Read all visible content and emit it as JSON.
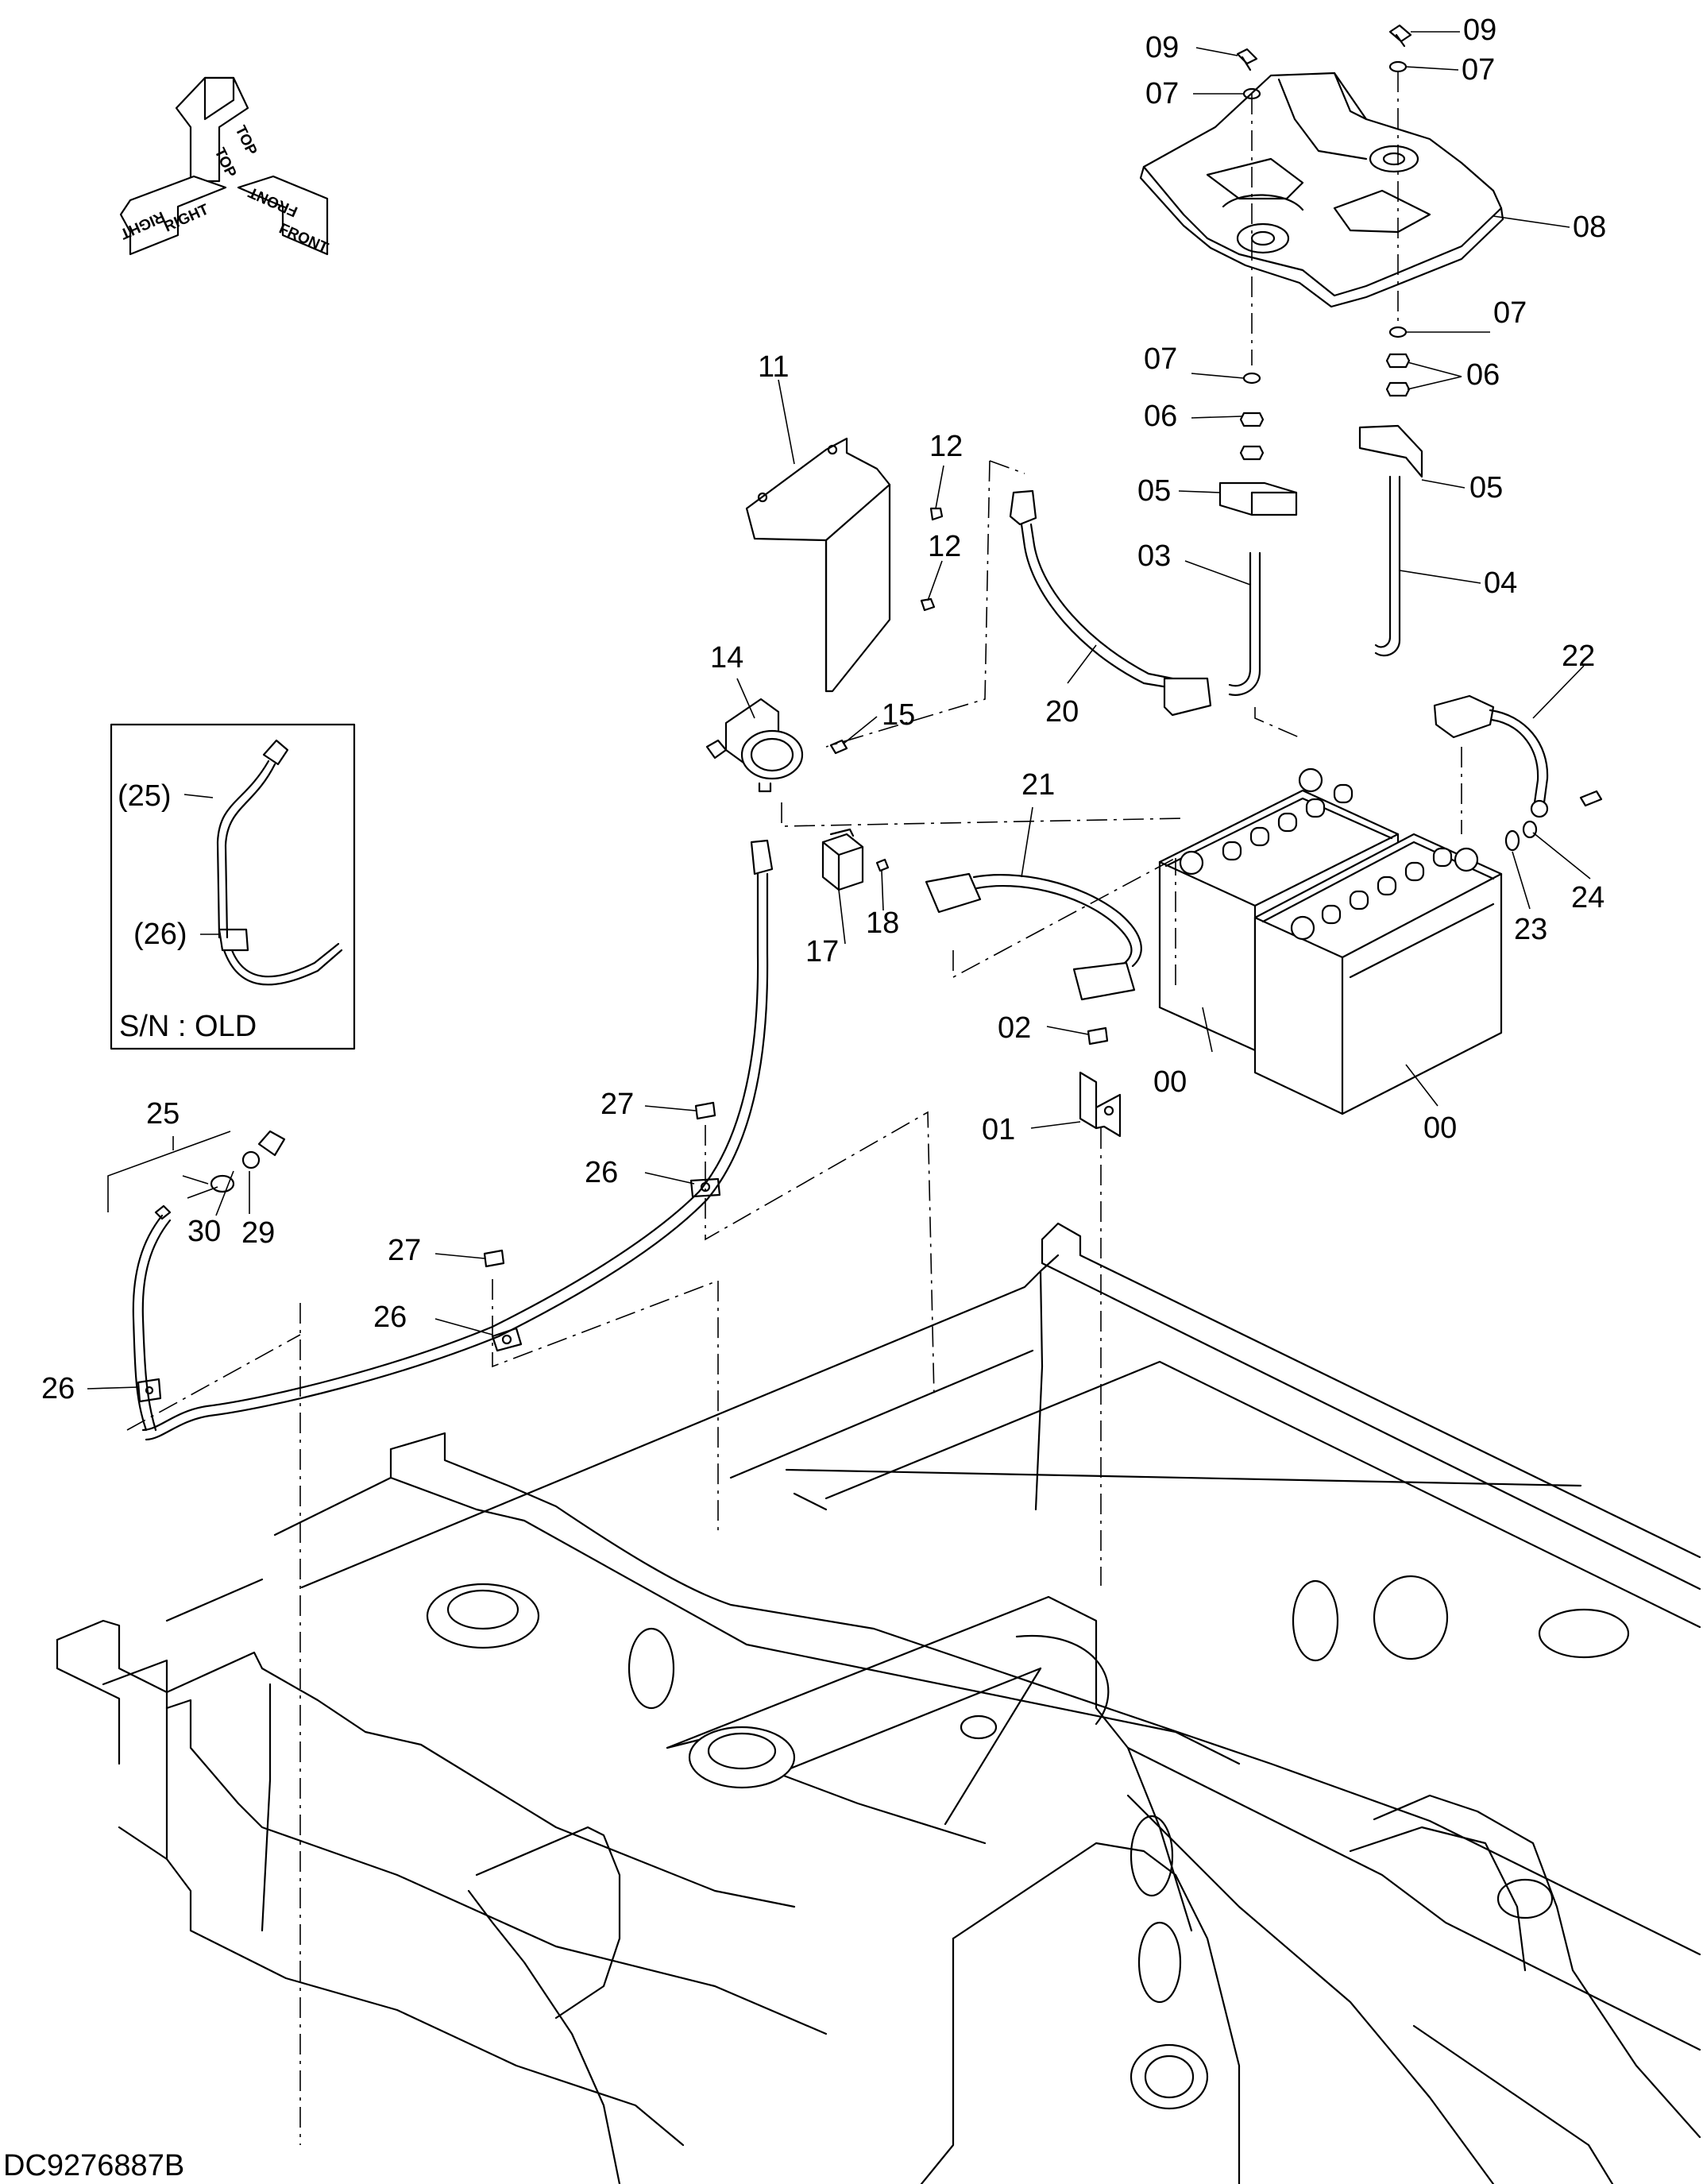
{
  "doc_id": "DC9276887B",
  "orientation": {
    "top": "TOP",
    "right": "RIGHT",
    "front": "FRONT"
  },
  "inset": {
    "caption": "S/N : OLD",
    "labels": [
      "(25)",
      "(26)"
    ]
  },
  "parts": [
    {
      "id": "p00a",
      "label": "00"
    },
    {
      "id": "p00b",
      "label": "00"
    },
    {
      "id": "p01",
      "label": "01"
    },
    {
      "id": "p02",
      "label": "02"
    },
    {
      "id": "p03",
      "label": "03"
    },
    {
      "id": "p04",
      "label": "04"
    },
    {
      "id": "p05a",
      "label": "05"
    },
    {
      "id": "p05b",
      "label": "05"
    },
    {
      "id": "p06a",
      "label": "06"
    },
    {
      "id": "p06b",
      "label": "06"
    },
    {
      "id": "p07a",
      "label": "07"
    },
    {
      "id": "p07b",
      "label": "07"
    },
    {
      "id": "p07c",
      "label": "07"
    },
    {
      "id": "p07d",
      "label": "07"
    },
    {
      "id": "p08",
      "label": "08"
    },
    {
      "id": "p09a",
      "label": "09"
    },
    {
      "id": "p09b",
      "label": "09"
    },
    {
      "id": "p11",
      "label": "11"
    },
    {
      "id": "p12a",
      "label": "12"
    },
    {
      "id": "p12b",
      "label": "12"
    },
    {
      "id": "p14",
      "label": "14"
    },
    {
      "id": "p15",
      "label": "15"
    },
    {
      "id": "p17",
      "label": "17"
    },
    {
      "id": "p18",
      "label": "18"
    },
    {
      "id": "p20",
      "label": "20"
    },
    {
      "id": "p21",
      "label": "21"
    },
    {
      "id": "p22",
      "label": "22"
    },
    {
      "id": "p23",
      "label": "23"
    },
    {
      "id": "p24",
      "label": "24"
    },
    {
      "id": "p25",
      "label": "25"
    },
    {
      "id": "p26a",
      "label": "26"
    },
    {
      "id": "p26b",
      "label": "26"
    },
    {
      "id": "p26c",
      "label": "26"
    },
    {
      "id": "p27a",
      "label": "27"
    },
    {
      "id": "p27b",
      "label": "27"
    },
    {
      "id": "p29",
      "label": "29"
    },
    {
      "id": "p30",
      "label": "30"
    }
  ]
}
